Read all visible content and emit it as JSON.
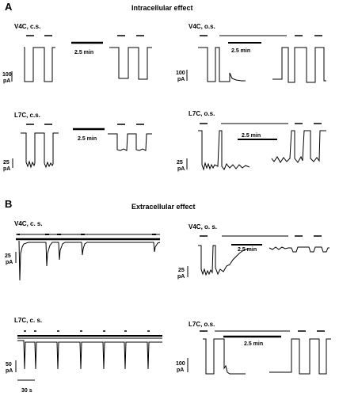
{
  "figure": {
    "panel_a": {
      "letter": "A",
      "title": "Intracellular effect",
      "traces": [
        {
          "label": "V4C, c.s.",
          "scale_value": "100",
          "scale_unit": "pA",
          "time_label": "2.5 min"
        },
        {
          "label": "V4C, o.s.",
          "scale_value": "100",
          "scale_unit": "pA",
          "time_label": "2.5 min"
        },
        {
          "label": "L7C, c.s.",
          "scale_value": "25",
          "scale_unit": "pA",
          "time_label": "2.5 min"
        },
        {
          "label": "L7C, o.s.",
          "scale_value": "25",
          "scale_unit": "pA",
          "time_label": "2.5 min"
        }
      ]
    },
    "panel_b": {
      "letter": "B",
      "title": "Extracellular effect",
      "traces": [
        {
          "label": "V4C, c. s.",
          "scale_value": "25",
          "scale_unit": "pA"
        },
        {
          "label": "V4C, o. s.",
          "scale_value": "25",
          "scale_unit": "pA",
          "time_label": "2.5 min"
        },
        {
          "label": "L7C, c. s.",
          "scale_value": "50",
          "scale_unit": "pA",
          "time_label": "30 s"
        },
        {
          "label": "L7C, o.s.",
          "scale_value": "100",
          "scale_unit": "pA",
          "time_label": "2.5 min"
        }
      ]
    }
  }
}
